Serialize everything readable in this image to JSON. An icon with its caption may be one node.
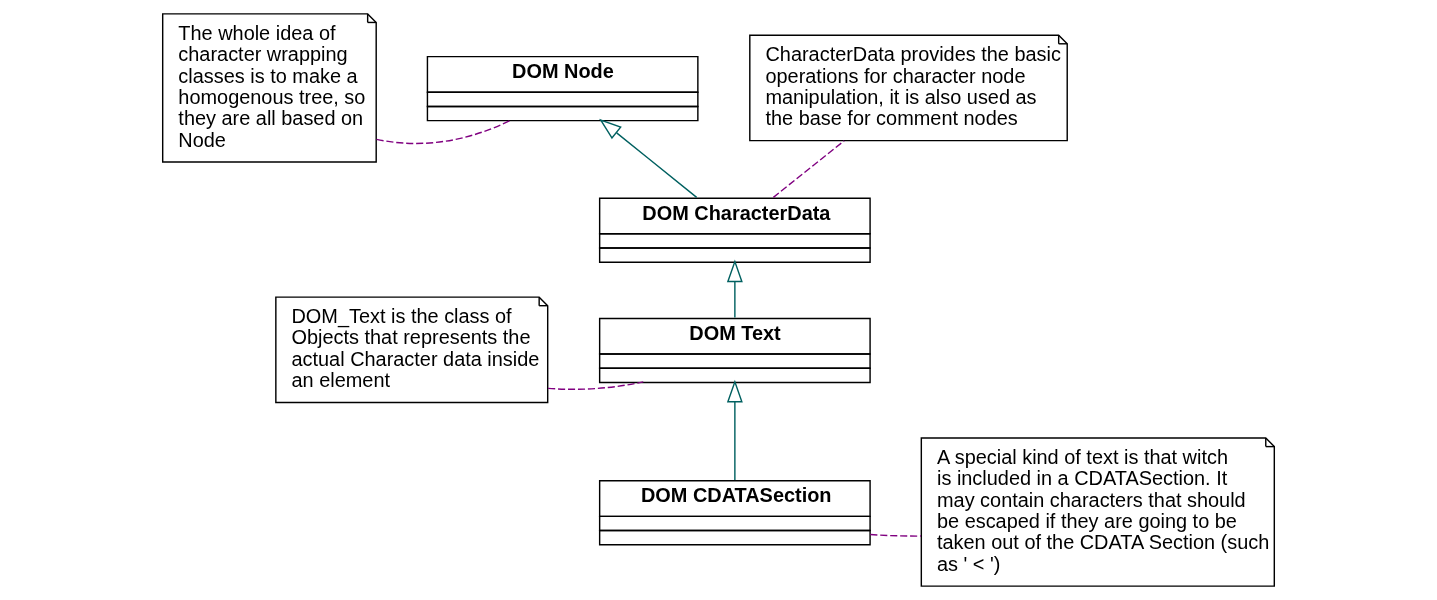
{
  "diagram": {
    "nodes": [
      {
        "text": [
          "The whole idea of character wrapping classes is to make a homogenous tree, so they are all based on Node"
        ]
      },
      {
        "text": [
          "DOM Node"
        ]
      },
      {
        "text": [
          "CharacterData provides the basic operations for character node manipulation, it is also used as the base for comment nodes"
        ]
      },
      {
        "text": [
          "DOM CharacterData"
        ]
      },
      {
        "text": [
          "DOM Text"
        ]
      },
      {
        "text": [
          "A special kind of text is that witch is included in a CDATASection. It may contain characters that should be escaped if they are going to be taken out of the CDATA Section (such as ' < ')"
        ]
      },
      {
        "text": [
          "DOM_Text is the class of Objects that represents the actual Character data inside an element"
        ]
      },
      {
        "text": [
          "DOM CDATASection"
        ]
      }
    ],
    "edges": [
      {
        "from": 0,
        "to": 1,
        "arrow": "none",
        "style": "dashed",
        "color": "#800080"
      },
      {
        "from": 3,
        "to": 1,
        "arrow": "to",
        "color": "#006060"
      },
      {
        "from": 3,
        "to": 2,
        "arrow": "none",
        "style": "dashed",
        "color": "#800080"
      },
      {
        "from": 4,
        "to": 3,
        "arrow": "to",
        "color": "#006060"
      },
      {
        "from": 6,
        "to": 4,
        "arrow": "none",
        "style": "dashed",
        "color": "#800080"
      },
      {
        "from": 7,
        "to": 4,
        "arrow": "to",
        "color": "#006060"
      },
      {
        "from": 7,
        "to": 5,
        "arrow": "none",
        "style": "dashed",
        "color": "#800080"
      }
    ]
  }
}
